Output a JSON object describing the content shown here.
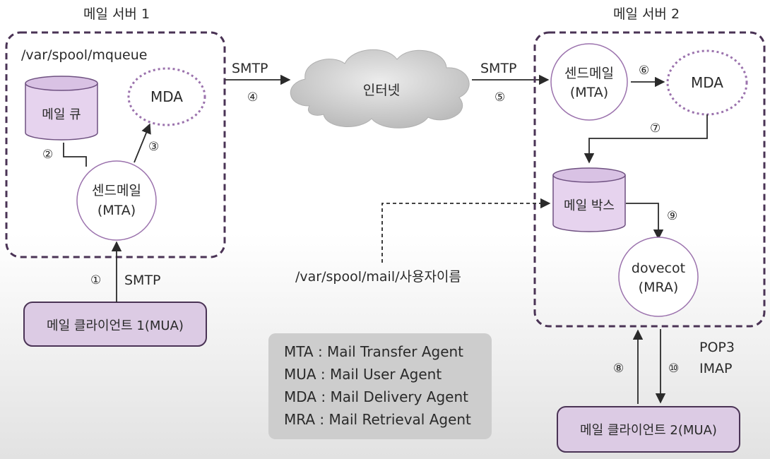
{
  "server1": {
    "title": "메일 서버 1",
    "path": "/var/spool/mqueue",
    "queue": "메일 큐",
    "mda": "MDA",
    "mta_line1": "센드메일",
    "mta_line2": "(MTA)"
  },
  "server2": {
    "title": "메일 서버 2",
    "mta_line1": "센드메일",
    "mta_line2": "(MTA)",
    "mda": "MDA",
    "mailbox": "메일 박스",
    "mra_line1": "dovecot",
    "mra_line2": "(MRA)"
  },
  "internet": "인터넷",
  "client1": "메일 클라이언트 1(MUA)",
  "client2": "메일 클라이언트 2(MUA)",
  "mailbox_path": "/var/spool/mail/사용자이름",
  "protocols": {
    "smtp_client": "SMTP",
    "smtp_out": "SMTP",
    "smtp_in": "SMTP",
    "pop3": "POP3",
    "imap": "IMAP"
  },
  "steps": {
    "s1": "①",
    "s2": "②",
    "s3": "③",
    "s4": "④",
    "s5": "⑤",
    "s6": "⑥",
    "s7": "⑦",
    "s8": "⑧",
    "s9": "⑨",
    "s10": "⑩"
  },
  "legend": [
    "MTA : Mail Transfer Agent",
    "MUA : Mail User Agent",
    "MDA : Mail Delivery Agent",
    "MRA : Mail Retrieval Agent"
  ],
  "colors": {
    "server_border": "#4a3355",
    "circle_border": "#9b72ad",
    "cylinder_fill": "#e6d3ee",
    "client_fill": "#dccbe4",
    "cloud_fill": "#c9c9c9",
    "legend_fill": "#cdcdcd"
  }
}
